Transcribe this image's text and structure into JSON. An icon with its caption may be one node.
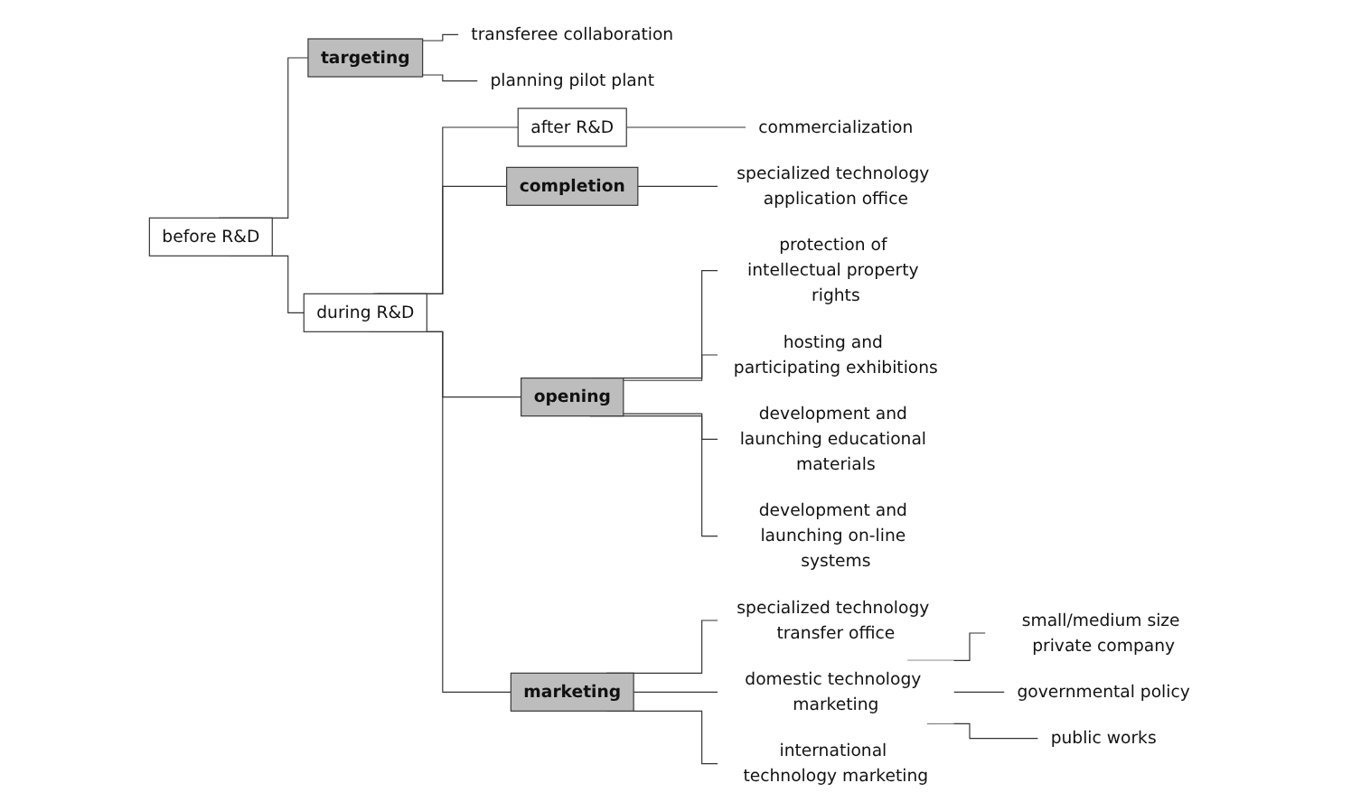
{
  "diagram": {
    "nodes": [
      {
        "text": [
          "before R&D"
        ]
      },
      {
        "text": [
          "targeting"
        ]
      },
      {
        "text": [
          "transferee collaboration"
        ]
      },
      {
        "text": [
          "planning pilot plant"
        ]
      },
      {
        "text": [
          "during R&D"
        ]
      },
      {
        "text": [
          "after R&D"
        ]
      },
      {
        "text": [
          "commercialization"
        ]
      },
      {
        "text": [
          "completion"
        ]
      },
      {
        "text": [
          "specialized technology application office"
        ]
      },
      {
        "text": [
          "opening"
        ]
      },
      {
        "text": [
          "protection of intellectual property rights"
        ]
      },
      {
        "text": [
          "hosting and participating exhibitions"
        ]
      },
      {
        "text": [
          "development and launching educational materials"
        ]
      },
      {
        "text": [
          "development and launching on-line systems"
        ]
      },
      {
        "text": [
          "marketing"
        ]
      },
      {
        "text": [
          "specialized technology transfer office"
        ]
      },
      {
        "text": [
          "domestic technology marketing"
        ]
      },
      {
        "text": [
          "small/medium size private company"
        ]
      },
      {
        "text": [
          "governmental policy"
        ]
      },
      {
        "text": [
          "public works"
        ]
      },
      {
        "text": [
          "international technology marketing"
        ]
      }
    ],
    "edges": [
      {
        "from": 0,
        "to": 1,
        "arrow": "none"
      },
      {
        "from": 1,
        "to": 2,
        "arrow": "none"
      },
      {
        "from": 1,
        "to": 3,
        "arrow": "none"
      },
      {
        "from": 0,
        "to": 4,
        "arrow": "none"
      },
      {
        "from": 4,
        "to": 5,
        "arrow": "none"
      },
      {
        "from": 5,
        "to": 6,
        "arrow": "none"
      },
      {
        "from": 4,
        "to": 7,
        "arrow": "none"
      },
      {
        "from": 7,
        "to": 8,
        "arrow": "none"
      },
      {
        "from": 4,
        "to": 9,
        "arrow": "none"
      },
      {
        "from": 9,
        "to": 10,
        "arrow": "none"
      },
      {
        "from": 9,
        "to": 11,
        "arrow": "none"
      },
      {
        "from": 9,
        "to": 12,
        "arrow": "none"
      },
      {
        "from": 9,
        "to": 13,
        "arrow": "none"
      },
      {
        "from": 4,
        "to": 14,
        "arrow": "none"
      },
      {
        "from": 14,
        "to": 15,
        "arrow": "none"
      },
      {
        "from": 14,
        "to": 16,
        "arrow": "none"
      },
      {
        "from": 16,
        "to": 17,
        "arrow": "none"
      },
      {
        "from": 16,
        "to": 18,
        "arrow": "none"
      },
      {
        "from": 16,
        "to": 19,
        "arrow": "none"
      },
      {
        "from": 14,
        "to": 20,
        "arrow": "none"
      }
    ]
  }
}
